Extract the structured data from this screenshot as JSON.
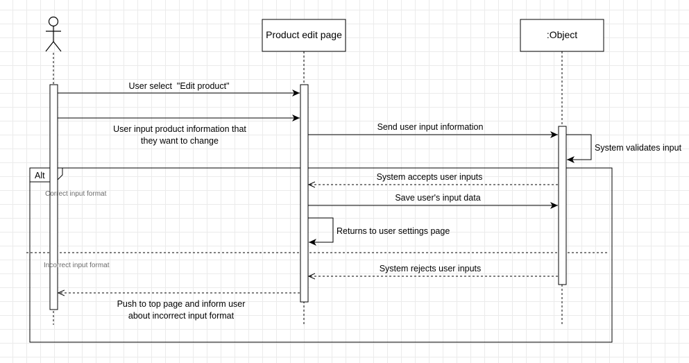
{
  "actor": {
    "name": ""
  },
  "participants": [
    {
      "label": "Product edit page"
    },
    {
      "label": ":Object"
    }
  ],
  "alt": {
    "tag": "Alt",
    "guard1": "Correct input format",
    "guard2": "Incorrect input format"
  },
  "messages": [
    {
      "lines": [
        "User select  \"Edit product\""
      ]
    },
    {
      "lines": [
        "User input product information that",
        "they want to change"
      ]
    },
    {
      "lines": [
        "Send user input information"
      ]
    },
    {
      "lines": [
        "System validates input"
      ]
    },
    {
      "lines": [
        "System accepts user inputs"
      ]
    },
    {
      "lines": [
        "Save user's input data"
      ]
    },
    {
      "lines": [
        "Returns to user settings page"
      ]
    },
    {
      "lines": [
        "System rejects user inputs"
      ]
    },
    {
      "lines": [
        "Push to top page and inform user",
        "about incorrect input format"
      ]
    }
  ]
}
